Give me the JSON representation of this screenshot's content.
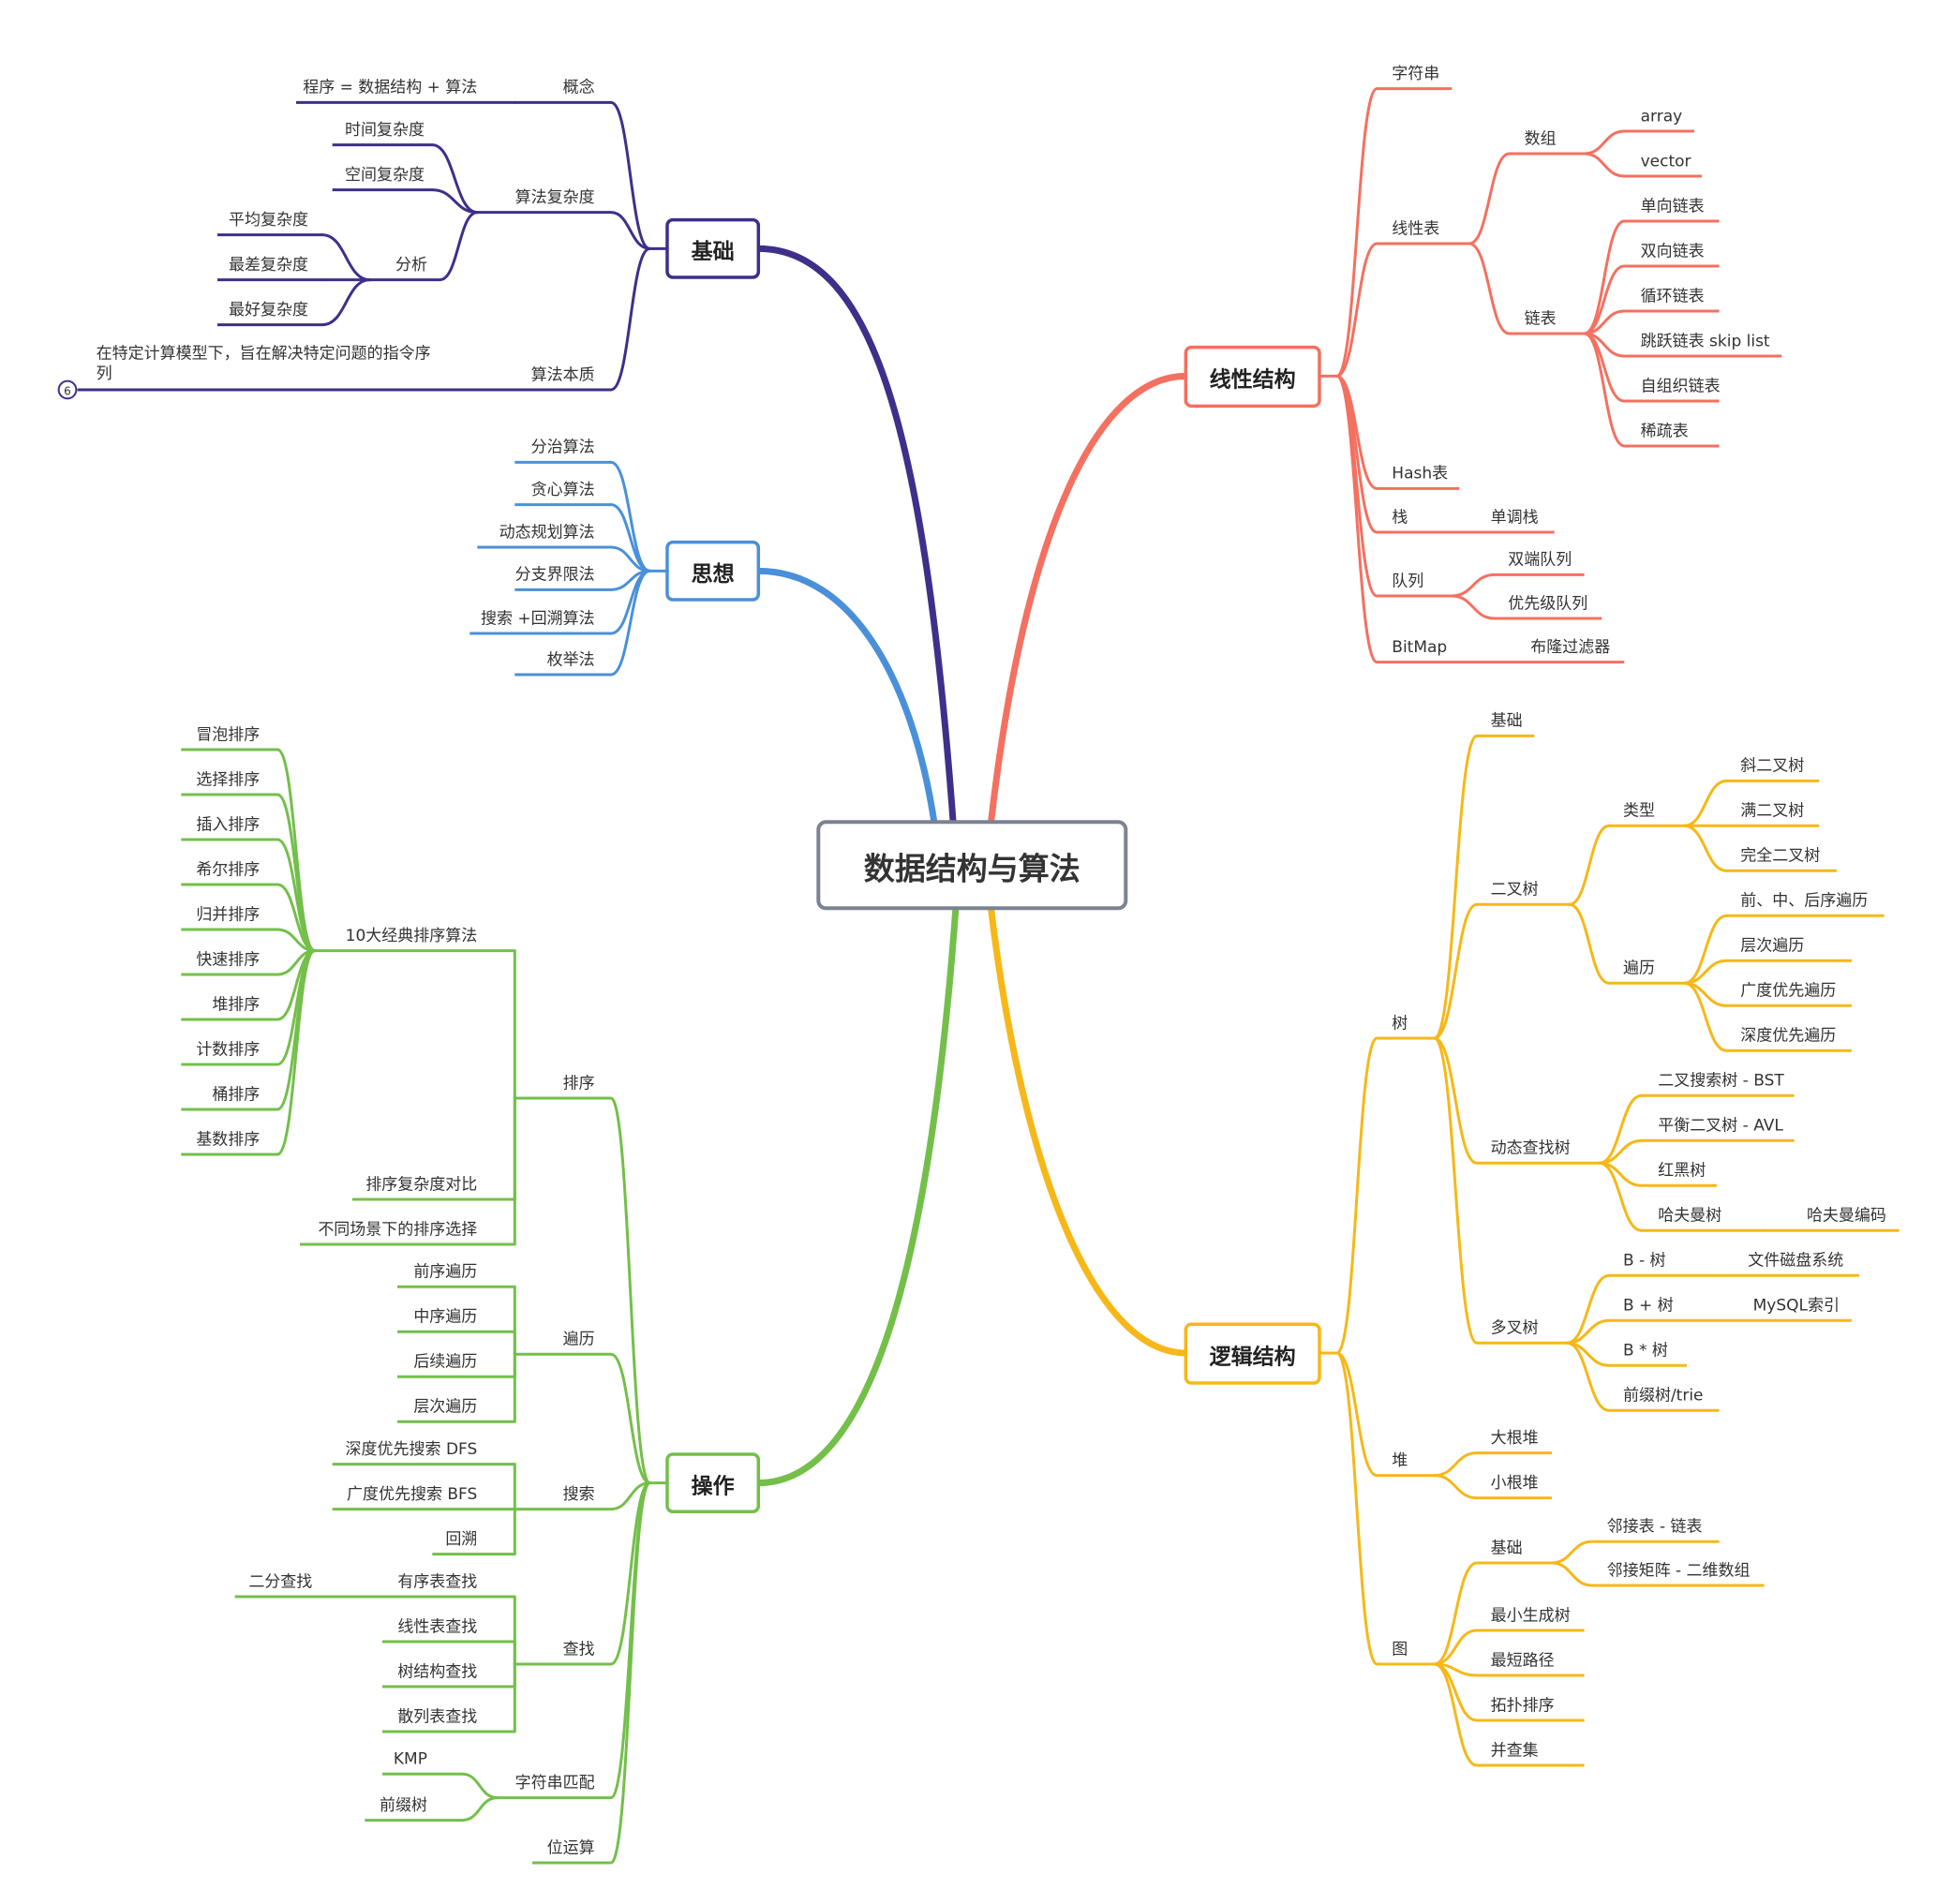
{
  "title": "数据结构与算法",
  "collapsed_count": "6",
  "colors": {
    "basic": "#3f2f8a",
    "idea": "#4a90d9",
    "operation": "#73bf4a",
    "linear": "#f47060",
    "logical": "#f6b818",
    "center_border": "#7a8391"
  },
  "branches": [
    {
      "label": "基础",
      "color_key": "basic",
      "children": [
        {
          "label": "概念",
          "children": [
            {
              "label": "程序 = 数据结构 + 算法"
            }
          ]
        },
        {
          "label": "算法复杂度",
          "children": [
            {
              "label": "时间复杂度"
            },
            {
              "label": "空间复杂度"
            },
            {
              "label": "分析",
              "children": [
                {
                  "label": "平均复杂度"
                },
                {
                  "label": "最差复杂度"
                },
                {
                  "label": "最好复杂度"
                }
              ]
            }
          ]
        },
        {
          "label": "算法本质",
          "children": [
            {
              "label": "在特定计算模型下，旨在解决特定问题的指令序",
              "label2": "列"
            }
          ]
        }
      ]
    },
    {
      "label": "思想",
      "color_key": "idea",
      "children": [
        {
          "label": "分治算法"
        },
        {
          "label": "贪心算法"
        },
        {
          "label": "动态规划算法"
        },
        {
          "label": "分支界限法"
        },
        {
          "label": "搜索 +回溯算法"
        },
        {
          "label": "枚举法"
        }
      ]
    },
    {
      "label": "操作",
      "color_key": "operation",
      "children": [
        {
          "label": "排序",
          "children": [
            {
              "label": "10大经典排序算法",
              "children": [
                {
                  "label": "冒泡排序"
                },
                {
                  "label": "选择排序"
                },
                {
                  "label": "插入排序"
                },
                {
                  "label": "希尔排序"
                },
                {
                  "label": "归并排序"
                },
                {
                  "label": "快速排序"
                },
                {
                  "label": "堆排序"
                },
                {
                  "label": "计数排序"
                },
                {
                  "label": "桶排序"
                },
                {
                  "label": "基数排序"
                }
              ]
            },
            {
              "label": "排序复杂度对比"
            },
            {
              "label": "不同场景下的排序选择"
            }
          ]
        },
        {
          "label": "遍历",
          "children": [
            {
              "label": "前序遍历"
            },
            {
              "label": "中序遍历"
            },
            {
              "label": "后续遍历"
            },
            {
              "label": "层次遍历"
            }
          ]
        },
        {
          "label": "搜索",
          "children": [
            {
              "label": "深度优先搜索 DFS"
            },
            {
              "label": "广度优先搜索 BFS"
            },
            {
              "label": "回溯"
            }
          ]
        },
        {
          "label": "查找",
          "children": [
            {
              "label": "有序表查找",
              "children": [
                {
                  "label": "二分查找"
                }
              ]
            },
            {
              "label": "线性表查找"
            },
            {
              "label": "树结构查找"
            },
            {
              "label": "散列表查找"
            }
          ]
        },
        {
          "label": "字符串匹配",
          "children": [
            {
              "label": "KMP"
            },
            {
              "label": "前缀树"
            }
          ]
        },
        {
          "label": "位运算"
        }
      ]
    },
    {
      "label": "线性结构",
      "color_key": "linear",
      "children": [
        {
          "label": "字符串"
        },
        {
          "label": "线性表",
          "children": [
            {
              "label": "数组",
              "children": [
                {
                  "label": "array"
                },
                {
                  "label": "vector"
                }
              ]
            },
            {
              "label": "链表",
              "children": [
                {
                  "label": "单向链表"
                },
                {
                  "label": "双向链表"
                },
                {
                  "label": "循环链表"
                },
                {
                  "label": "跳跃链表 skip list"
                },
                {
                  "label": "自组织链表"
                },
                {
                  "label": "稀疏表"
                }
              ]
            }
          ]
        },
        {
          "label": "Hash表"
        },
        {
          "label": "栈",
          "children": [
            {
              "label": "单调栈"
            }
          ]
        },
        {
          "label": "队列",
          "children": [
            {
              "label": "双端队列"
            },
            {
              "label": "优先级队列"
            }
          ]
        },
        {
          "label": "BitMap",
          "children": [
            {
              "label": "布隆过滤器"
            }
          ]
        }
      ]
    },
    {
      "label": "逻辑结构",
      "color_key": "logical",
      "children": [
        {
          "label": "树",
          "children": [
            {
              "label": "基础"
            },
            {
              "label": "二叉树",
              "children": [
                {
                  "label": "类型",
                  "children": [
                    {
                      "label": "斜二叉树"
                    },
                    {
                      "label": "满二叉树"
                    },
                    {
                      "label": "完全二叉树"
                    }
                  ]
                },
                {
                  "label": "遍历",
                  "children": [
                    {
                      "label": "前、中、后序遍历"
                    },
                    {
                      "label": "层次遍历"
                    },
                    {
                      "label": "广度优先遍历"
                    },
                    {
                      "label": "深度优先遍历"
                    }
                  ]
                }
              ]
            },
            {
              "label": "动态查找树",
              "children": [
                {
                  "label": "二叉搜索树 - BST"
                },
                {
                  "label": "平衡二叉树 - AVL"
                },
                {
                  "label": "红黑树"
                },
                {
                  "label": "哈夫曼树",
                  "children": [
                    {
                      "label": "哈夫曼编码"
                    }
                  ]
                }
              ]
            },
            {
              "label": "多叉树",
              "children": [
                {
                  "label": "B - 树",
                  "children": [
                    {
                      "label": "文件磁盘系统"
                    }
                  ]
                },
                {
                  "label": "B + 树",
                  "children": [
                    {
                      "label": "MySQL索引"
                    }
                  ]
                },
                {
                  "label": "B * 树"
                },
                {
                  "label": "前缀树/trie"
                }
              ]
            }
          ]
        },
        {
          "label": "堆",
          "children": [
            {
              "label": "大根堆"
            },
            {
              "label": "小根堆"
            }
          ]
        },
        {
          "label": "图",
          "children": [
            {
              "label": "基础",
              "children": [
                {
                  "label": "邻接表 - 链表"
                },
                {
                  "label": "邻接矩阵 - 二维数组"
                }
              ]
            },
            {
              "label": "最小生成树"
            },
            {
              "label": "最短路径"
            },
            {
              "label": "拓扑排序"
            },
            {
              "label": "并查集"
            }
          ]
        }
      ]
    }
  ]
}
